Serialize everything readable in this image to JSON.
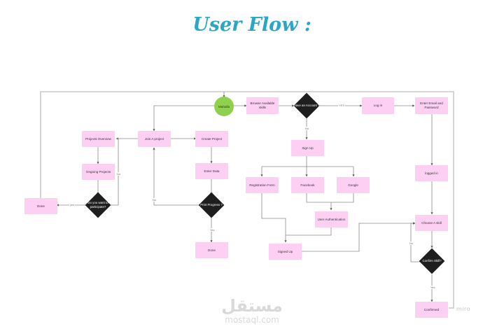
{
  "title": "User Flow :",
  "colors": {
    "title": "#2aa6c7",
    "process_fill": "#fdd0f3",
    "start_fill": "#8fd14f",
    "decision_fill": "#1e1e1e",
    "connector": "#7a7a7a"
  },
  "start": {
    "label": "Mahalla"
  },
  "nodes": {
    "browse": "Browse Available skills",
    "login": "Log in",
    "enter_email": "Enter Email and Password",
    "signup": "Sign Up",
    "registration": "Registration Form",
    "facebook": "Facebook",
    "google": "Google",
    "user_auth": "User Authentication",
    "signed_up": "Signed Up",
    "logged_in": "logged in",
    "choose_skill": "Choose A skill",
    "confirmed": "Confirmed",
    "join_project": "Join A project",
    "create_project": "Create Project",
    "enter_data": "Enter Data",
    "done_right": "Done",
    "projects_overview": "Projects Overview",
    "ongoing_projects": "Ongoing Projects",
    "done_left": "Done"
  },
  "decisions": {
    "has_account": "Have an Account ?",
    "confirm_skill": "Confirm Skill?",
    "print_progress": "Print Progress ?",
    "want_participate": "Do you want to participate?"
  },
  "edge_labels": {
    "has_account_yes": "YES",
    "has_account_no": "No",
    "confirm_no": "No",
    "confirm_yes": "Yes",
    "print_no": "No",
    "print_yes": "Yes",
    "participate_no": "No",
    "participate_yes": "yes"
  },
  "branding": {
    "miro": "miro",
    "watermark_arabic": "مستقل",
    "watermark_latin": "mostaql.com"
  }
}
